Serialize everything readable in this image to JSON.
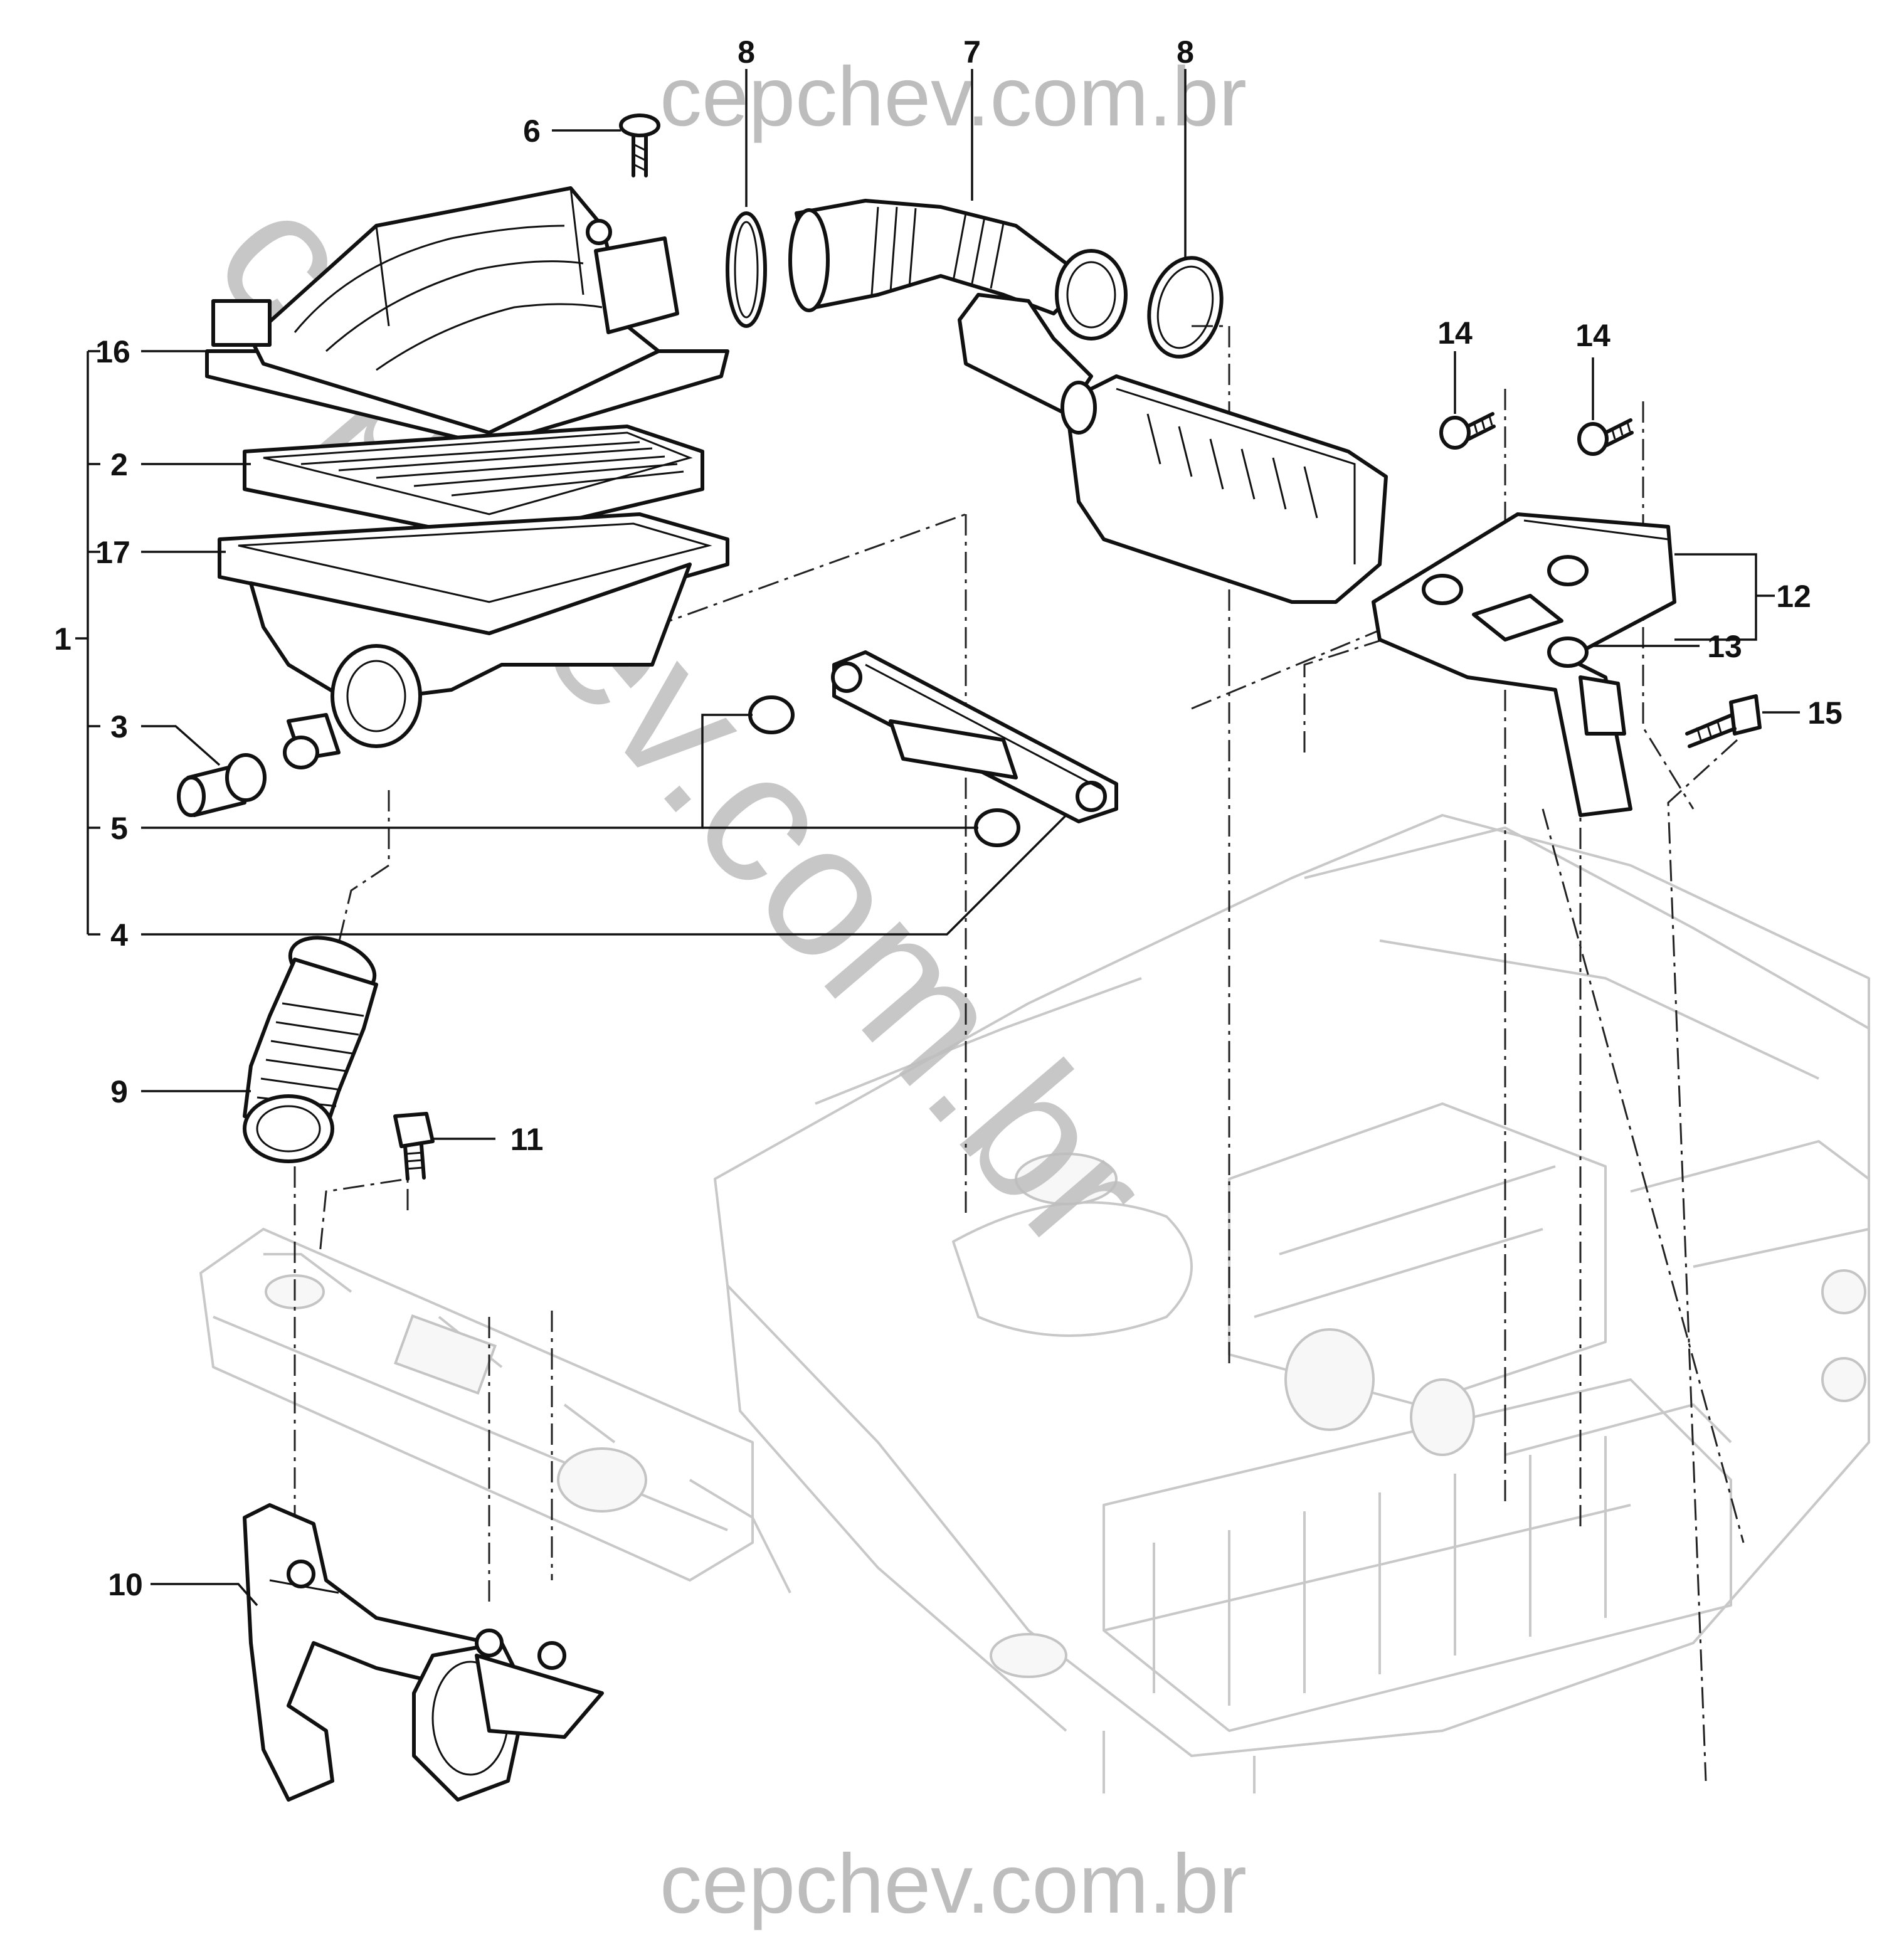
{
  "watermark": {
    "top_text": "cepchev.com.br",
    "bottom_text": "cepchev.com.br",
    "diagonal_text": "cepchev.com.br"
  },
  "callouts": [
    {
      "id": "c1",
      "label": "1"
    },
    {
      "id": "c2",
      "label": "2"
    },
    {
      "id": "c3",
      "label": "3"
    },
    {
      "id": "c4",
      "label": "4"
    },
    {
      "id": "c5",
      "label": "5"
    },
    {
      "id": "c6",
      "label": "6"
    },
    {
      "id": "c7",
      "label": "7"
    },
    {
      "id": "c8a",
      "label": "8"
    },
    {
      "id": "c8b",
      "label": "8"
    },
    {
      "id": "c9",
      "label": "9"
    },
    {
      "id": "c10",
      "label": "10"
    },
    {
      "id": "c11",
      "label": "11"
    },
    {
      "id": "c12",
      "label": "12"
    },
    {
      "id": "c13",
      "label": "13"
    },
    {
      "id": "c14a",
      "label": "14"
    },
    {
      "id": "c14b",
      "label": "14"
    },
    {
      "id": "c15",
      "label": "15"
    },
    {
      "id": "c16",
      "label": "16"
    },
    {
      "id": "c17",
      "label": "17"
    }
  ],
  "colors": {
    "line": "#111111",
    "ghost": "#c8c8c8",
    "watermark": "#bdbdbd"
  }
}
